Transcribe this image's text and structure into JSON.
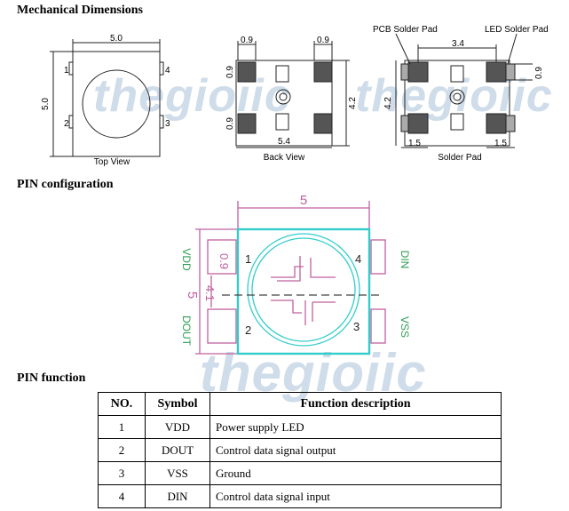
{
  "headings": {
    "mechanical": "Mechanical  Dimensions",
    "pin_config": "PIN  configuration",
    "pin_function": "PIN function"
  },
  "watermark": "thegioiic",
  "mechanical": {
    "top_view": {
      "caption": "Top View",
      "width_label": "5.0",
      "height_label": "5.0",
      "pins": [
        "1",
        "2",
        "3",
        "4"
      ]
    },
    "back_view": {
      "caption": "Back View",
      "pad_top_left": "0.9",
      "pad_top_right": "0.9",
      "pad_left_upper": "0.9",
      "pad_left_lower": "0.9",
      "height_label": "4.2",
      "width_label": "5.4"
    },
    "solder_pad": {
      "caption": "Solder Pad",
      "pcb_label": "PCB Solder Pad",
      "led_label": "LED Solder Pad",
      "span_label": "3.4",
      "height_label": "4.2",
      "right_label": "0.9",
      "left_bottom": "1.5",
      "right_bottom": "1.5"
    }
  },
  "pin_config": {
    "top_label": "5",
    "left_label": "5",
    "pad_label": "0.9",
    "inner_label": "4.1",
    "left_upper": "VDD",
    "left_lower": "DOUT",
    "right_upper": "DIN",
    "right_lower": "VSS",
    "pins": [
      "1",
      "2",
      "3",
      "4"
    ]
  },
  "pin_table": {
    "headers": [
      "NO.",
      "Symbol",
      "Function description"
    ],
    "rows": [
      {
        "no": "1",
        "symbol": "VDD",
        "desc": "Power supply LED"
      },
      {
        "no": "2",
        "symbol": "DOUT",
        "desc": "Control data signal output"
      },
      {
        "no": "3",
        "symbol": "VSS",
        "desc": "Ground"
      },
      {
        "no": "4",
        "symbol": "DIN",
        "desc": "Control data signal input"
      }
    ]
  },
  "colors": {
    "cyan": "#33cccc",
    "magenta": "#c0609f",
    "green": "#2e9e55",
    "watermark": "#cfdce9"
  }
}
